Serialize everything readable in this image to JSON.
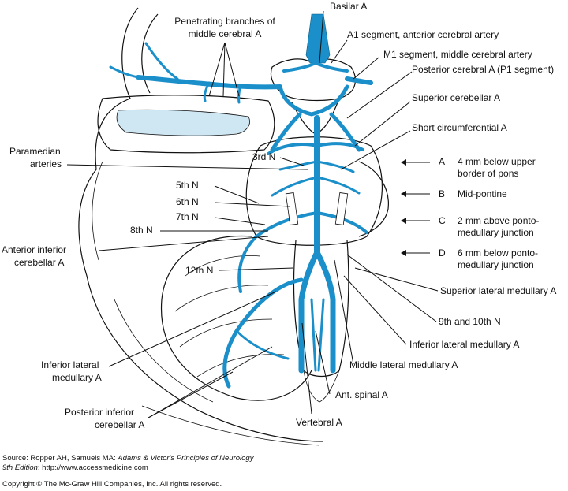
{
  "labels": {
    "basilar": "Basilar A",
    "penetrating_1": "Penetrating branches of",
    "penetrating_2": "middle cerebral A",
    "a1": "A1 segment, anterior cerebral artery",
    "m1": "M1 segment, middle cerebral artery",
    "pca": "Posterior cerebral A (P1 segment)",
    "sca": "Superior cerebellar A",
    "short_circ": "Short circumferential A",
    "paramedian_1": "Paramedian",
    "paramedian_2": "arteries",
    "n3": "3rd N",
    "n5": "5th N",
    "n6": "6th N",
    "n7": "7th N",
    "n8": "8th N",
    "n12": "12th N",
    "aica_1": "Anterior inferior",
    "aica_2": "cerebellar A",
    "slm": "Superior lateral medullary A",
    "n9_10": "9th and 10th N",
    "ilm_right": "Inferior lateral medullary A",
    "mlm": "Middle lateral medullary A",
    "ilm_left_1": "Inferior lateral",
    "ilm_left_2": "medullary A",
    "pica_1": "Posterior inferior",
    "pica_2": "cerebellar A",
    "ant_spinal": "Ant. spinal A",
    "vertebral": "Vertebral A"
  },
  "levels": [
    {
      "letter": "A",
      "line1": "4 mm below upper",
      "line2": "border of pons"
    },
    {
      "letter": "B",
      "line1": "Mid-pontine",
      "line2": ""
    },
    {
      "letter": "C",
      "line1": "2 mm above ponto-",
      "line2": "medullary junction"
    },
    {
      "letter": "D",
      "line1": "6 mm below ponto-",
      "line2": "medullary junction"
    }
  ],
  "credits": {
    "source_prefix": "Source: Ropper AH, Samuels MA: ",
    "source_title": "Adams & Victor's Principles of Neurology",
    "edition": "9th Edition",
    "url_text": ": http://www.accessmedicine.com",
    "copyright": "Copyright © The Mc-Graw Hill Companies, Inc. All rights reserved."
  },
  "colors": {
    "artery": "#1a8fc9",
    "ventricle": "#cfe6f3",
    "line": "#111111"
  }
}
